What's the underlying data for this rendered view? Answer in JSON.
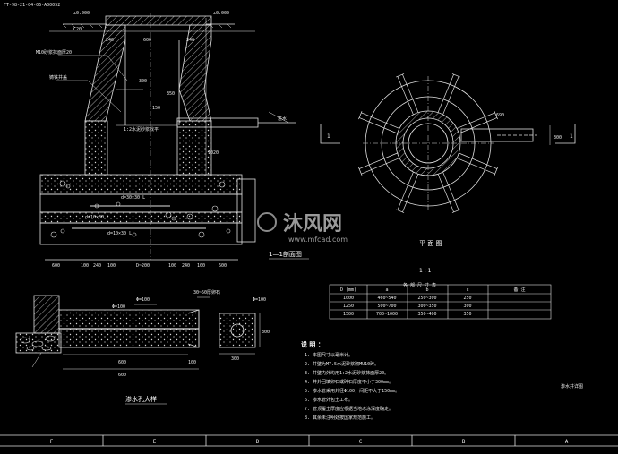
{
  "header": {
    "ref": "FT-98-21-04-06-A00052"
  },
  "section": {
    "ground_left": "±0.000",
    "ground_right": "±0.000",
    "top_label": "C20",
    "dims_top": [
      "240",
      "600",
      "240"
    ],
    "dims_mid": [
      "300",
      "150",
      "350",
      "1020"
    ],
    "leader_1": "M10砂浆抹面厚20",
    "leader_2": "铸铁井盖",
    "pipe_label": "1:2水泥砂浆找平",
    "base_a": "d=30×30 L",
    "base_b": "d=10×30 L",
    "base_c": "d=10×30 L",
    "arrow_label": "进水",
    "bottom_dims": [
      "600",
      "100",
      "240",
      "100",
      "D~200",
      "100",
      "240",
      "100",
      "600"
    ],
    "caption": "1—1剖面图"
  },
  "plan": {
    "dims": [
      "690",
      "300"
    ],
    "cut_left": "1",
    "cut_right": "1",
    "caption": "平 面 图",
    "sub_caption": "1 : 1"
  },
  "table": {
    "title": "各 部 尺 寸 表",
    "headers": [
      "D (mm)",
      "a",
      "b",
      "c",
      "备 注"
    ],
    "rows": [
      [
        "1000",
        "460~540",
        "250~300",
        "250"
      ],
      [
        "1250",
        "500~700",
        "300~350",
        "300"
      ],
      [
        "1500",
        "700~1000",
        "350~400",
        "350"
      ]
    ]
  },
  "detail": {
    "leader_top": "Φ=100",
    "leader_top_right": "30~50厚卵石",
    "leader_bottom": "Φ=100",
    "dims": [
      "600",
      "100",
      "600"
    ],
    "caption": "渗水孔大样",
    "small_dims": [
      "Φ=100",
      "300",
      "300"
    ]
  },
  "notes": {
    "title": "说 明 ：",
    "items": [
      "1. 本图尺寸以毫米计。",
      "2. 井壁为M7.5水泥砂浆砌MU10砖。",
      "3. 井壁内外均用1:2水泥砂浆抹面厚20。",
      "4. 井外回填卵石或碎石厚度不小于300mm。",
      "5. 渗水管采用外径Φ100，间距不大于150mm。",
      "6. 渗水管外包土工布。",
      "7. 管顶覆土厚度应根据当地冰冻深度确定。",
      "8. 其余未注明处按国家规范施工。"
    ],
    "side_label": "渗水井详图"
  },
  "frame_letters": [
    "F",
    "E",
    "D",
    "C",
    "B",
    "A"
  ],
  "watermark": {
    "brand": "沐风网",
    "url": "www.mfcad.com"
  }
}
